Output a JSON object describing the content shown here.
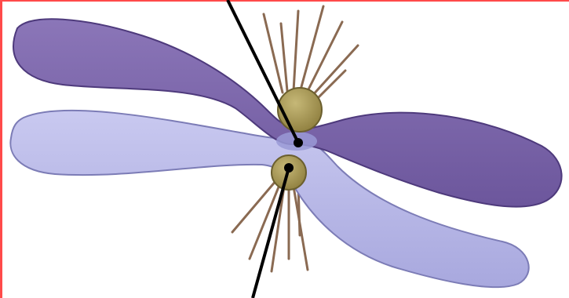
{
  "figure": {
    "subject": "chromosome-with-kinetochore-microtubules",
    "colors": {
      "border": "#ff4a4a",
      "chromatid_dark": "#7a63a8",
      "chromatid_dark_edge": "#4e3a7c",
      "chromatid_light": "#b8b8e8",
      "chromatid_light_edge": "#7c7cb6",
      "centromere_pinch": "#8f8fd0",
      "kinetochore": "#a99a5a",
      "kinetochore_edge": "#6b5f2e",
      "microtubule": "#8a6a52",
      "pointer_line": "#000000"
    },
    "pointers": [
      {
        "name": "pointer-centromere",
        "target": "centromere"
      },
      {
        "name": "pointer-kinetochore",
        "target": "kinetochore"
      }
    ]
  }
}
